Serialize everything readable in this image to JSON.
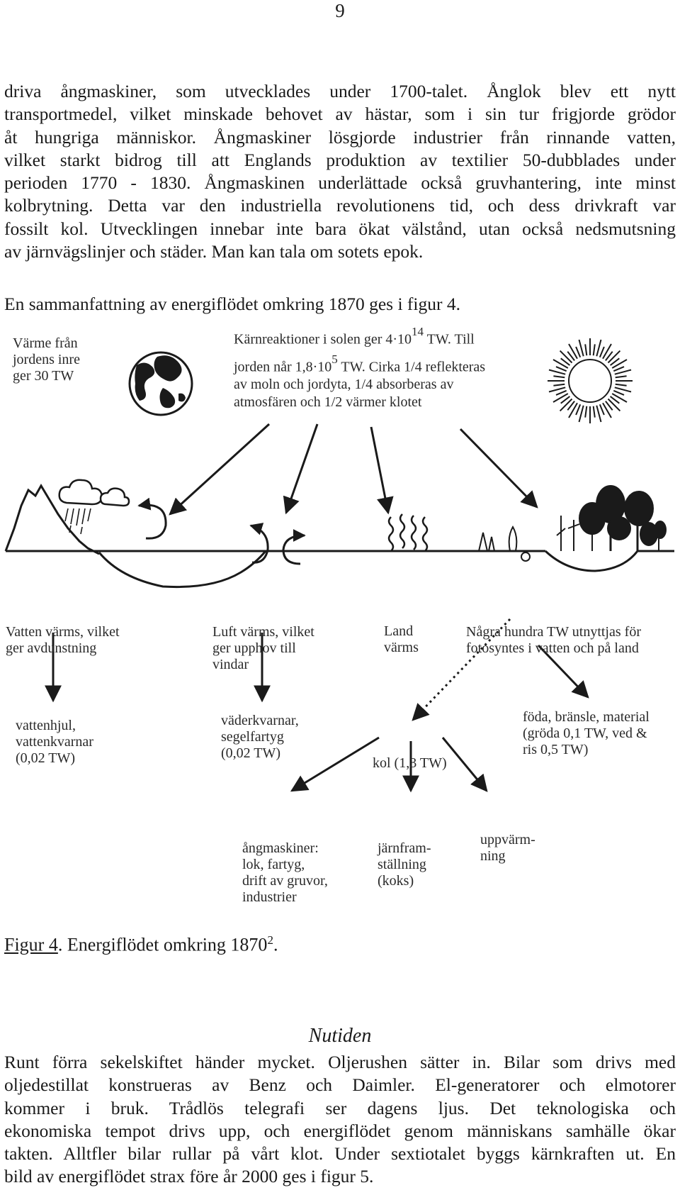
{
  "page_number": "9",
  "paragraph1": [
    "driva ångmaskiner, som utvecklades under 1700-talet. Ånglok blev ett nytt",
    "transportmedel, vilket minskade behovet av hästar, som i sin tur frigjorde grödor",
    "åt hungriga människor. Ångmaskiner lösgjorde industrier från rinnande vatten,",
    "vilket starkt bidrog till att Englands produktion av textilier 50-dubblades under",
    "perioden 1770 - 1830. Ångmaskinen underlättade också gruvhantering, inte minst",
    "kolbrytning. Detta var den industriella revolutionens tid, och dess drivkraft var",
    "fossilt kol. Utvecklingen innebar inte bara ökat välstånd, utan också nedsmutsning",
    "av järnvägslinjer och städer. Man kan tala om sotets epok."
  ],
  "paragraph2": "En sammanfattning av energiflödet omkring 1870 ges i figur 4.",
  "figure": {
    "earth_heat": [
      "Värme från",
      "jordens inre",
      "ger 30 TW"
    ],
    "sun_text": {
      "l1a": "Kärnreaktioner i solen ger 4·10",
      "l1sup": "14",
      "l1b": " TW. Till",
      "l2a": "jorden når 1,8·10",
      "l2sup": "5",
      "l2b": " TW. Cirka 1/4 reflekteras",
      "l3": "av moln och jordyta, 1/4 absorberas av",
      "l4": "atmosfären och 1/2 värmer klotet"
    },
    "water": [
      "Vatten värms, vilket",
      "ger avdunstning"
    ],
    "air": [
      "Luft värms, vilket",
      "ger upphov till",
      "vindar"
    ],
    "land": [
      "Land",
      "värms"
    ],
    "photosynthesis": [
      "Några hundra  TW utnyttjas för",
      "fotosyntes i vatten och på land"
    ],
    "water_use": [
      "vattenhjul,",
      "vattenkvarnar",
      "(0,02 TW)"
    ],
    "wind_use": [
      "väderkvarnar,",
      "segelfartyg",
      "(0,02 TW)"
    ],
    "coal": "kol (1,3 TW)",
    "food": [
      "föda, bränsle, material",
      "(gröda 0,1 TW, ved &",
      "ris 0,5 TW)"
    ],
    "steam": [
      "ångmaskiner:",
      "lok, fartyg,",
      "drift av gruvor,",
      "industrier"
    ],
    "iron": [
      "järnfram-",
      "ställning",
      "(koks)"
    ],
    "heating": [
      "uppvärm-",
      "ning"
    ]
  },
  "caption": {
    "fig": "Figur 4",
    "text": ". Energiflödet omkring 1870",
    "sup": "2",
    "end": "."
  },
  "heading": "Nutiden",
  "paragraph3": [
    "Runt förra sekelskiftet händer mycket. Oljerushen sätter in. Bilar som drivs med",
    "oljedestillat konstrueras av Benz och Daimler. El-generatorer och elmotorer",
    "kommer i bruk. Trådlös telegrafi ser dagens ljus. Det teknologiska och",
    "ekonomiska tempot drivs upp, och energiflödet genom människans samhälle ökar",
    "takten. Alltfler bilar rullar på vårt klot. Under sextiotalet byggs kärnkraften ut. En",
    "bild av energiflödet strax före år 2000 ges i figur 5."
  ]
}
